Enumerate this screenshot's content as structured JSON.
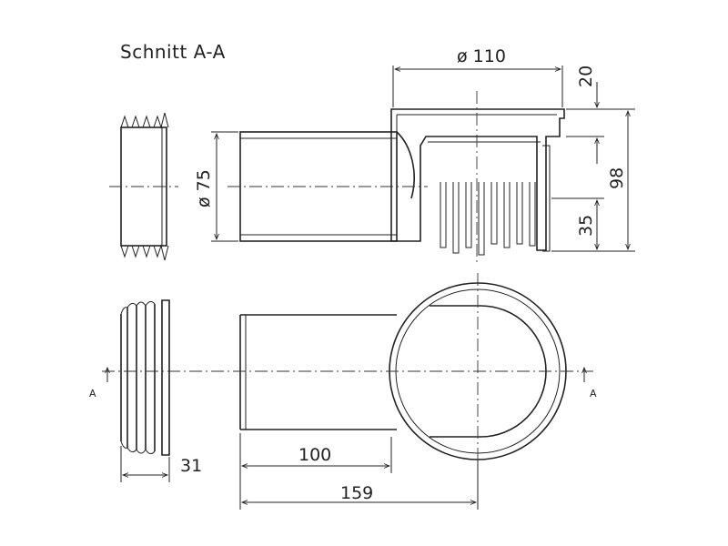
{
  "title": "Schnitt A-A",
  "dimensions": {
    "diameter_110": "ø 110",
    "diameter_75": "ø 75",
    "height_20": "20",
    "height_98": "98",
    "height_35": "35",
    "width_31": "31",
    "length_100": "100",
    "length_159": "159"
  },
  "section_marks": {
    "left": "A",
    "right": "A"
  }
}
